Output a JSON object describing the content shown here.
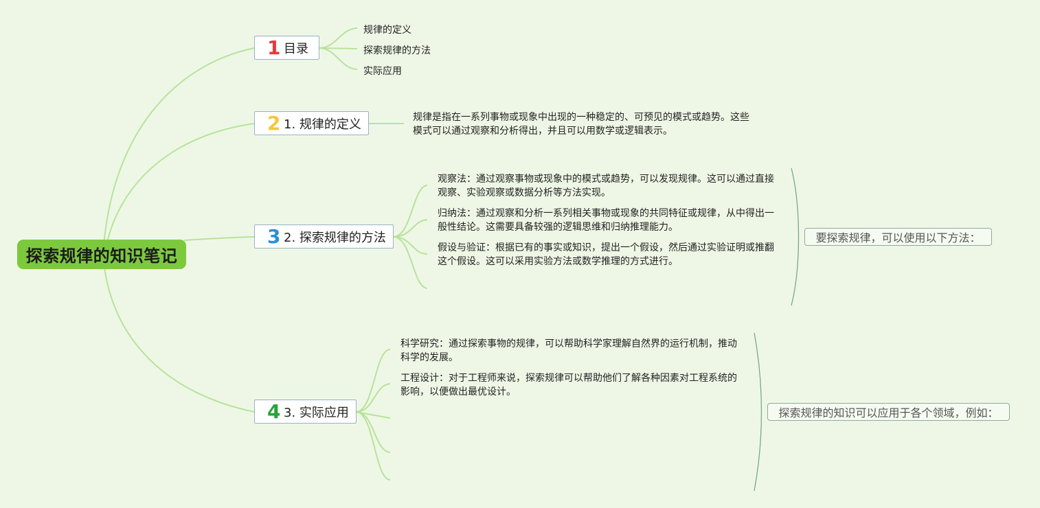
{
  "root": {
    "title": "探索规律的知识笔记"
  },
  "colors": {
    "background": "#eef7e6",
    "root_fill": "#7dc93e",
    "connector": "#b7e39a",
    "num1": "#e23c3c",
    "num2": "#f2c83a",
    "num3": "#2d8fd4",
    "num4": "#27a43a"
  },
  "branches": [
    {
      "number": "1",
      "label": "目录",
      "children": [
        "规律的定义",
        "探索规律的方法",
        "实际应用"
      ]
    },
    {
      "number": "2",
      "label": "1. 规律的定义",
      "text": "规律是指在一系列事物或现象中出现的一种稳定的、可预见的模式或趋势。这些模式可以通过观察和分析得出，并且可以用数学或逻辑表示。"
    },
    {
      "number": "3",
      "label": "2. 探索规律的方法",
      "items": [
        "观察法：通过观察事物或现象中的模式或趋势，可以发现规律。这可以通过直接观察、实验观察或数据分析等方法实现。",
        "归纳法：通过观察和分析一系列相关事物或现象的共同特征或规律，从中得出一般性结论。这需要具备较强的逻辑思维和归纳推理能力。",
        "假设与验证：根据已有的事实或知识，提出一个假设，然后通过实验证明或推翻这个假设。这可以采用实验方法或数学推理的方式进行。"
      ],
      "summary": "要探索规律，可以使用以下方法："
    },
    {
      "number": "4",
      "label": "3. 实际应用",
      "items": [
        "科学研究：通过探索事物的规律，可以帮助科学家理解自然界的运行机制，推动科学的发展。",
        "工程设计：对于工程师来说，探索规律可以帮助他们了解各种因素对工程系统的影响，以便做出最优设计。"
      ],
      "summary": "探索规律的知识可以应用于各个领域，例如："
    }
  ]
}
